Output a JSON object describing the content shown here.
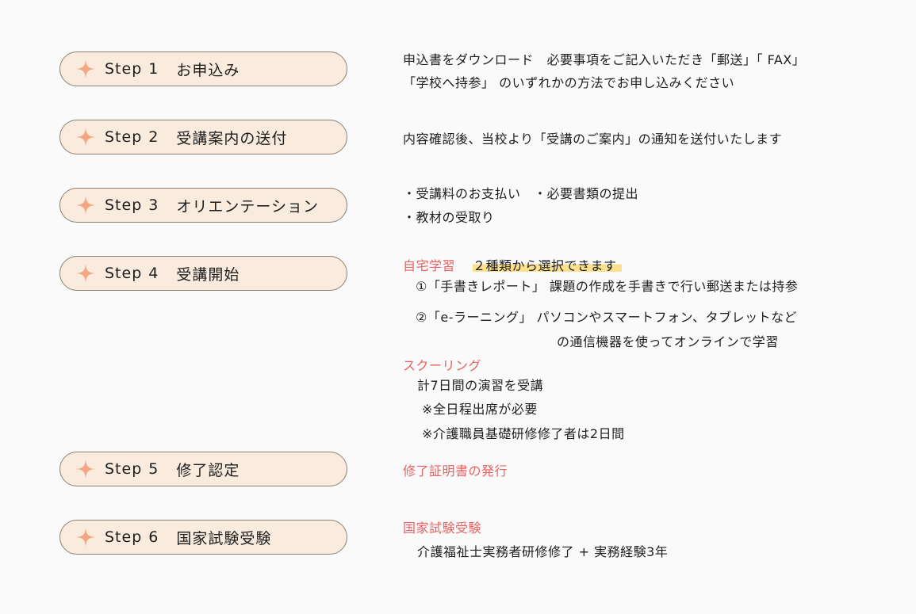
{
  "colors": {
    "accent": "#f4a582",
    "pill_bg": "#f9ebdd",
    "pill_border": "#8a8070",
    "red": "#e56363",
    "highlight": "#fbe18d"
  },
  "steps": [
    {
      "step": "Step",
      "num": "1",
      "title": "お申込み",
      "lines": [
        "申込書をダウンロード　必要事項をご記入いただき「郵送」「 FAX」",
        "「学校へ持参」 のいずれかの方法でお申し込みください"
      ]
    },
    {
      "step": "Step",
      "num": "2",
      "title": "受講案内の送付",
      "lines": [
        "内容確認後、当校より「受講のご案内」の通知を送付いたします"
      ]
    },
    {
      "step": "Step",
      "num": "3",
      "title": "オリエンテーション",
      "lines": [
        "・受講料のお支払い　・必要書類の提出",
        "・教材の受取り"
      ]
    },
    {
      "step": "Step",
      "num": "4",
      "title": "受講開始",
      "home_label": "自宅学習",
      "home_note": "２種類から選択できます",
      "option1": "①「手書きレポート」 課題の作成を手書きで行い郵送または持参",
      "option2_a": "②「e-ラーニング」 パソコンやスマートフォン、タブレットなど",
      "option2_b": "の通信機器を使ってオンラインで学習",
      "schooling_label": "スクーリング",
      "schooling_1": "計7日間の演習を受講",
      "schooling_2": "※全日程出席が必要",
      "schooling_3": "※介護職員基礎研修修了者は2日間"
    },
    {
      "step": "Step",
      "num": "5",
      "title": "修了認定",
      "red_line": "修了証明書の発行"
    },
    {
      "step": "Step",
      "num": "6",
      "title": "国家試験受験",
      "red_line": "国家試験受験",
      "line": "介護福祉士実務者研修修了 + 実務経験3年"
    }
  ]
}
